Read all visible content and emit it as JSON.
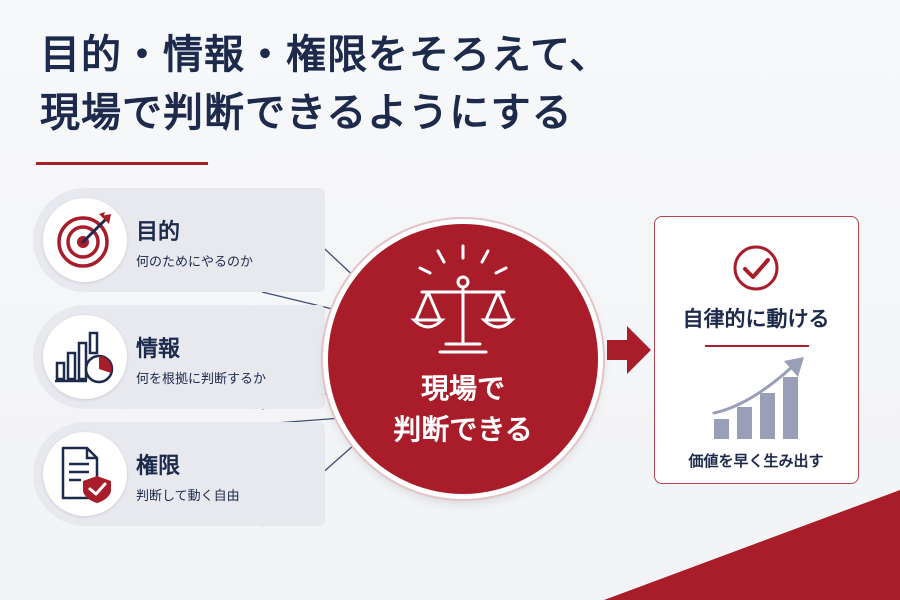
{
  "title": {
    "line1": "目的・情報・権限をそろえて、",
    "line2": "現場で判断できるようにする"
  },
  "pillars": [
    {
      "heading": "目的",
      "description": "何のためにやるのか",
      "icon": "target-arrow-icon"
    },
    {
      "heading": "情報",
      "description": "何を根拠に判断するか",
      "icon": "bar-pie-chart-icon"
    },
    {
      "heading": "権限",
      "description": "判断して動く自由",
      "icon": "document-shield-check-icon"
    }
  ],
  "center": {
    "line1": "現場で",
    "line2": "判断できる",
    "icon": "balance-scale-icon"
  },
  "result": {
    "title": "自律的に動ける",
    "subtitle": "価値を早く生み出す",
    "icons": [
      "check-circle-icon",
      "growth-bar-chart-icon"
    ]
  },
  "colors": {
    "navy": "#1d2a4b",
    "accent_red": "#a91d2a",
    "pill_gray": "#e8e9ef",
    "bar_gray": "#9a9fb8"
  }
}
